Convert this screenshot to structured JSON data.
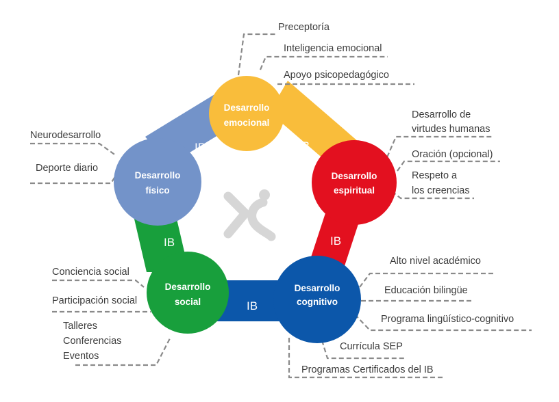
{
  "nodes": {
    "emocional": {
      "line1": "Desarrollo",
      "line2": "emocional",
      "color": "#f9bd3b"
    },
    "espiritual": {
      "line1": "Desarrollo",
      "line2": "espiritual",
      "color": "#e3101f"
    },
    "cognitivo": {
      "line1": "Desarrollo",
      "line2": "cognitivo",
      "color": "#0c57aa"
    },
    "social": {
      "line1": "Desarrollo",
      "line2": "social",
      "color": "#189f3c"
    },
    "fisico": {
      "line1": "Desarrollo",
      "line2": "físico",
      "color": "#7393c9"
    }
  },
  "connectors": {
    "fisico_emocional": "IB",
    "emocional_espiritual": "IB",
    "espiritual_cognitivo": "IB",
    "cognitivo_social": "IB",
    "social_fisico": "IB"
  },
  "labels": {
    "emocional": [
      "Preceptoría",
      "Inteligencia emocional",
      "Apoyo psicopedagógico"
    ],
    "espiritual": [
      "Desarrollo de",
      "virtudes humanas",
      "Oración (opcional)",
      "Respeto a",
      "los creencias"
    ],
    "cognitivo": [
      "Alto nivel académico",
      "Educación bilingüe",
      "Programa lingüístico-cognitivo",
      "Currícula SEP",
      "Programas Certificados del IB"
    ],
    "social": [
      "Conciencia social",
      "Participación social",
      "Talleres",
      "Conferencias",
      "Eventos"
    ],
    "fisico": [
      "Neurodesarrollo",
      "Deporte diario"
    ]
  },
  "logo_color": "#d6d6d6",
  "connector_colors": {
    "fisico_emocional": "#7393c9",
    "emocional_espiritual": "#f9bd3b",
    "espiritual_cognitivo": "#e3101f",
    "cognitivo_social": "#0c57aa",
    "social_fisico": "#189f3c"
  }
}
